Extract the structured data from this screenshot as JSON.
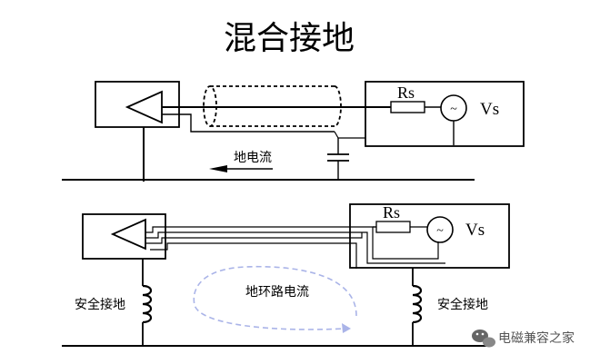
{
  "title": "混合接地",
  "top_diagram": {
    "resistor_label": "Rs",
    "source_symbol": "~",
    "source_label": "Vs",
    "current_label": "地电流"
  },
  "bottom_diagram": {
    "resistor_label": "Rs",
    "source_symbol": "~",
    "source_label": "Vs",
    "safety_ground_left": "安全接地",
    "safety_ground_right": "安全接地",
    "loop_current_label": "地环路电流"
  },
  "watermark": {
    "text": "电磁兼容之家",
    "icon": "wechat-icon"
  },
  "colors": {
    "line": "#000000",
    "loop_dashed": "#aab4e8",
    "watermark": "#555555"
  }
}
